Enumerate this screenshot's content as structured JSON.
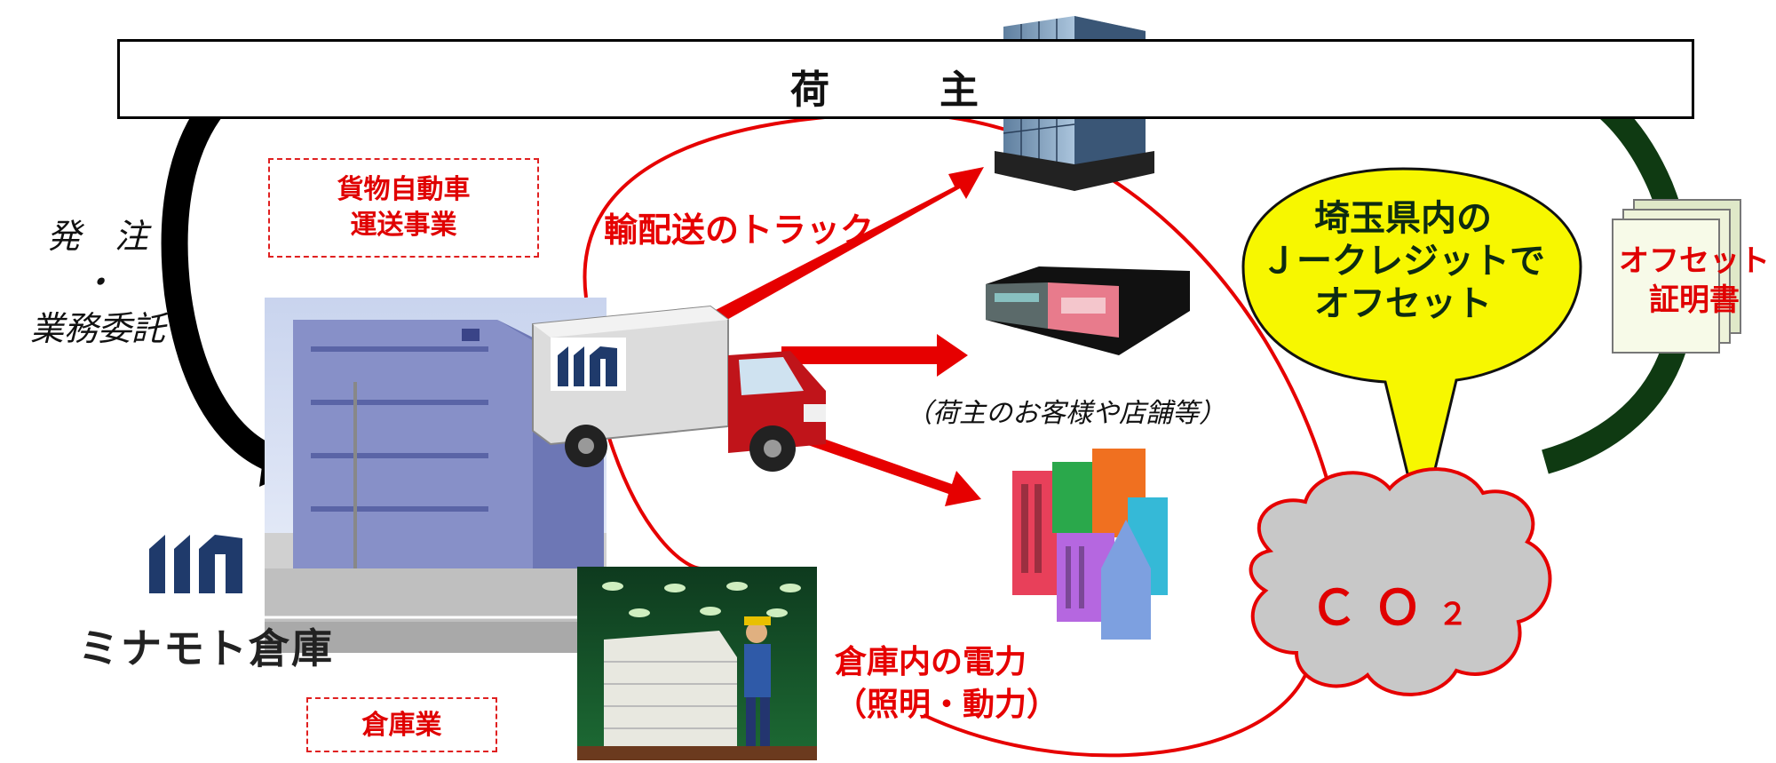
{
  "header": {
    "shipper_label": "荷　主"
  },
  "left": {
    "order_lines": [
      "発　注",
      "・",
      "業務委託"
    ],
    "trucking_business_lines": [
      "貨物自動車",
      "運送事業"
    ],
    "warehouse_business": "倉庫業",
    "company_name": "ミナモト倉庫"
  },
  "center": {
    "delivery_trucks": "輸配送のトラック",
    "customers_note": "（荷主のお客様や店舗等）",
    "electricity_lines": [
      "倉庫内の電力",
      "（照明・動力）"
    ]
  },
  "right": {
    "offset_bubble_lines": [
      "埼玉県内の",
      "Ｊークレジットで",
      "オフセット"
    ],
    "certificate_lines": [
      "オフセット",
      "証明書"
    ],
    "co2_main": "ＣＯ",
    "co2_sub": "２"
  },
  "colors": {
    "accent_red": "#e60000",
    "bubble_yellow": "#f7f700",
    "arrow_dark_green": "#0f3a12",
    "cloud_gray": "#c8c8c8",
    "logo_navy": "#1f3a6b"
  }
}
